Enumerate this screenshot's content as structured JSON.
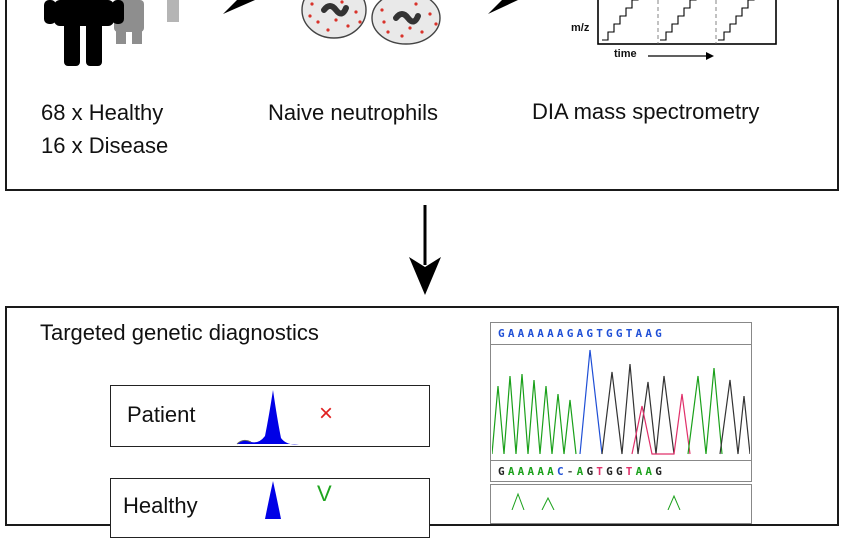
{
  "top_panel": {
    "cohort_line1": "68 x Healthy",
    "cohort_line2": "16 x Disease",
    "cells_label": "Naive neutrophils",
    "ms_label": "DIA mass spectrometry",
    "ms_plot": {
      "y_axis": "m/z",
      "x_axis": "time"
    }
  },
  "bottom_panel": {
    "title": "Targeted genetic diagnostics",
    "rows": [
      {
        "label": "Patient",
        "mark": "×"
      },
      {
        "label": "Healthy",
        "mark": "V"
      }
    ],
    "sequence_top": "GAAAAAAGAGTGGTAAG",
    "sequence_bottom": "GAAAAAC-AGTGGTAAG"
  },
  "colors": {
    "frame": "#1a1a1a",
    "peak": "#0000e6",
    "cross": "#e02020",
    "check": "#1fa51f",
    "base_A": "#1aa01a",
    "base_G": "#222222",
    "base_T": "#e0306a",
    "base_C": "#1f4fd6"
  }
}
